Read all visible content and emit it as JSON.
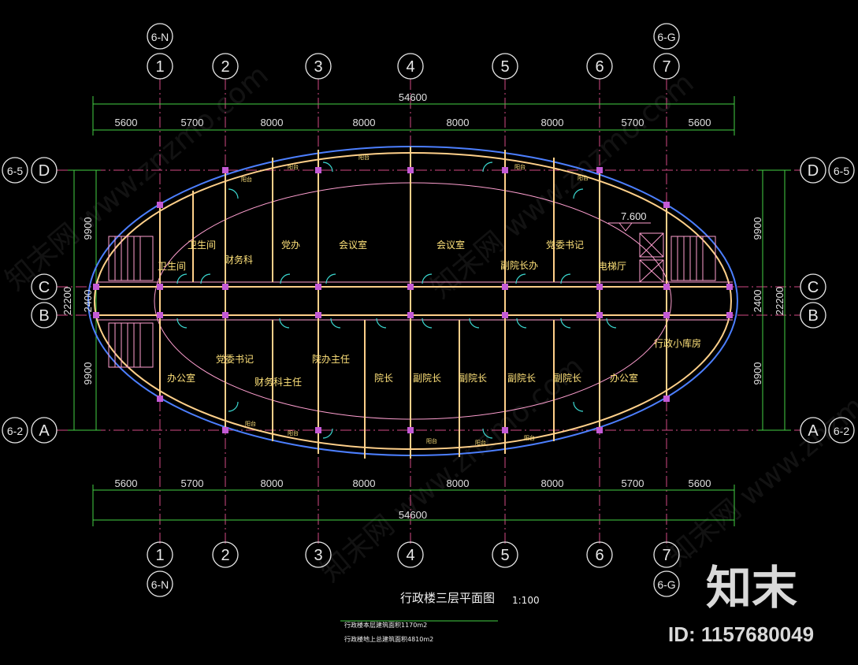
{
  "grid_top": [
    "1",
    "2",
    "3",
    "4",
    "5",
    "6",
    "7"
  ],
  "grid_bottom": [
    "1",
    "2",
    "3",
    "4",
    "5",
    "6",
    "7"
  ],
  "grid_tags": {
    "top_left": "6-N",
    "top_right": "6-G",
    "bottom_left": "6-N",
    "bottom_right": "6-G"
  },
  "rows_left": [
    "D",
    "C",
    "B",
    "A"
  ],
  "rows_right": [
    "D",
    "C",
    "B",
    "A"
  ],
  "row_tags": {
    "D": "6-5",
    "A": "6-2"
  },
  "dims_top_total": "54600",
  "dims_top": [
    "5600",
    "5700",
    "8000",
    "8000",
    "8000",
    "8000",
    "5700",
    "5600"
  ],
  "dims_bottom": [
    "5600",
    "5700",
    "8000",
    "8000",
    "8000",
    "8000",
    "5700",
    "5600"
  ],
  "dims_bottom_total": "54600",
  "dims_left": [
    "9900",
    "2400",
    "9900"
  ],
  "dims_left_total": "22200",
  "dims_right": [
    "9900",
    "2400",
    "9900"
  ],
  "dims_right_total": "22200",
  "elevation": "7.600",
  "rooms_north": [
    "卫生间",
    "卫生间",
    "财务科",
    "党办",
    "会议室",
    "会议室",
    "副院长办",
    "党委书记",
    "电梯厅"
  ],
  "rooms_south": [
    "办公室",
    "党委书记",
    "财务科主任",
    "院办主任",
    "院长",
    "副院长",
    "副院长",
    "副院长",
    "副院长",
    "办公室",
    "行政小库房"
  ],
  "balcony_label": "阳台",
  "title": "行政楼三层平面图",
  "scale": "1:100",
  "notes": [
    "行政楼本层建筑面积1170m2",
    "行政楼地上总建筑面积4810m2"
  ],
  "watermark": {
    "logo": "知末",
    "id": "ID: 1157680049",
    "faint": "知末网 www.znzmo.com"
  }
}
